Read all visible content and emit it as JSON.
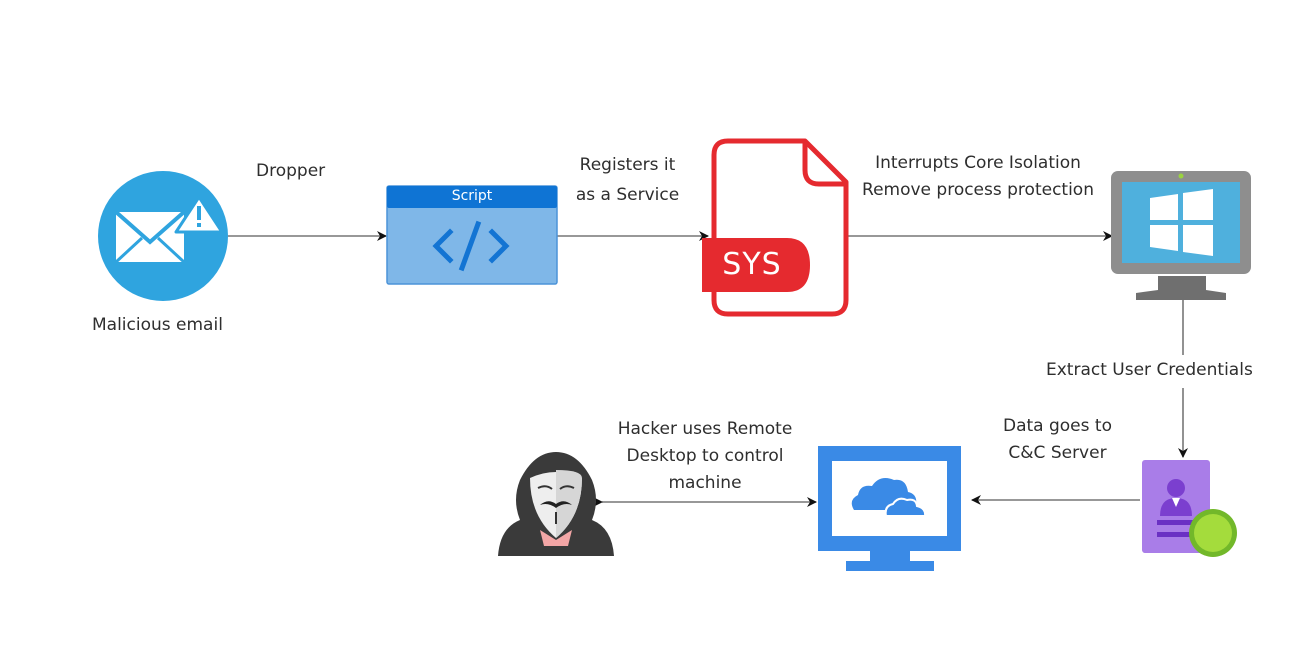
{
  "diagram": {
    "nodes": {
      "email": {
        "label": "Malicious email",
        "icon": "email-warning-icon",
        "color": "#2fa4df"
      },
      "script": {
        "title": "Script",
        "icon": "code-icon",
        "header_color": "#0f74d4",
        "body_color": "#7fb7e8"
      },
      "sys": {
        "badge": "SYS",
        "icon": "sys-file-icon",
        "color": "#e52a2f"
      },
      "windows_pc": {
        "icon": "windows-monitor-icon",
        "screen_color": "#4fb0dd"
      },
      "credentials": {
        "icon": "credential-certificate-icon",
        "card_color": "#a97de8",
        "seal_color": "#8ed033"
      },
      "cnc_server": {
        "icon": "cloud-monitor-icon",
        "color": "#3a8ae6"
      },
      "hacker": {
        "icon": "hacker-mask-icon"
      }
    },
    "edges": {
      "dropper": {
        "label": "Dropper"
      },
      "register": {
        "line1": "Registers it",
        "line2": "as a Service"
      },
      "interrupt": {
        "line1": "Interrupts Core Isolation",
        "line2": "Remove process protection"
      },
      "extract": {
        "label": "Extract User Credentials"
      },
      "data_goes": {
        "line1": "Data goes to",
        "line2": "C&C Server"
      },
      "remote": {
        "line1": "Hacker uses Remote",
        "line2": "Desktop to control",
        "line3": "machine"
      }
    }
  }
}
